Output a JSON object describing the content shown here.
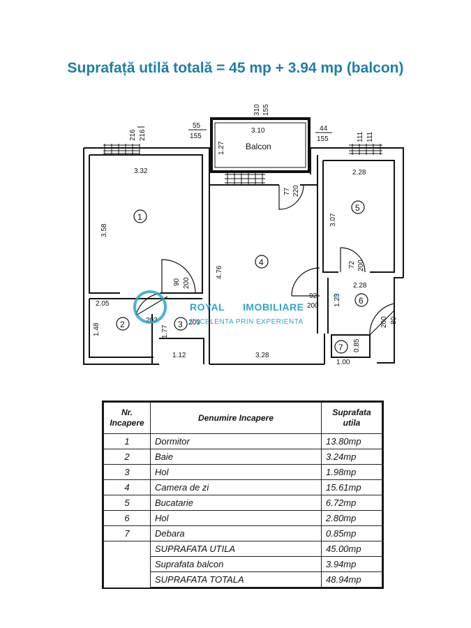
{
  "headline": "Suprafață utilă totală = 45 mp + 3.94 mp (balcon)",
  "plan": {
    "dims": {
      "top_216": "216",
      "top_216b": "216",
      "top_310": "310",
      "top_155c": "155",
      "top_55": "55",
      "top_155a": "155",
      "top_44": "44",
      "top_155b": "155",
      "top_111": "111",
      "top_111b": "111",
      "balcon_w": "3.10",
      "balcon_h": "1.27",
      "door_77": "77",
      "door_220": "220",
      "r1_w": "3.32",
      "r1_h": "3.58",
      "door1_90": "90",
      "door1_200": "200",
      "r4_h": "4.76",
      "r5_w": "2.28",
      "r5_h": "3.07",
      "door5_72": "72",
      "door5_200": "200",
      "r6_w": "2.28",
      "r6_h": "1.23",
      "door6_80": "80",
      "door6_200": "200",
      "door4_92": "92",
      "door4_200": "200",
      "r2_w": "2.05",
      "r2_h": "1.48",
      "door2_203": "203",
      "door3_203": "203",
      "r3_w": "1.12",
      "r3_h": "1.77",
      "r4_w": "3.28",
      "r7_w": "1.00",
      "r7_h": "0.85"
    },
    "balcon_label": "Balcon",
    "room_numbers": [
      "1",
      "2",
      "3",
      "4",
      "5",
      "6",
      "7"
    ]
  },
  "watermark": {
    "brand_a": "ROYAL",
    "brand_b": "IMOBILIARE",
    "registered": "®",
    "tagline": "EXCELENTA PRIN EXPERIENTA"
  },
  "table": {
    "col_nr": "Nr. Incapere",
    "col_name": "Denumire Incapere",
    "col_area": "Suprafata utila",
    "rows": [
      {
        "nr": "1",
        "name": "Dormitor",
        "area": "13.80mp"
      },
      {
        "nr": "2",
        "name": "Baie",
        "area": "3.24mp"
      },
      {
        "nr": "3",
        "name": "Hol",
        "area": "1.98mp"
      },
      {
        "nr": "4",
        "name": "Camera de zi",
        "area": "15.61mp"
      },
      {
        "nr": "5",
        "name": "Bucatarie",
        "area": "6.72mp"
      },
      {
        "nr": "6",
        "name": "Hol",
        "area": "2.80mp"
      },
      {
        "nr": "7",
        "name": "Debara",
        "area": "0.85mp"
      }
    ],
    "totals": [
      {
        "name": "SUPRAFATA UTILA",
        "area": "45.00mp"
      },
      {
        "name": "Suprafata balcon",
        "area": "3.94mp"
      },
      {
        "name": "SUPRAFATA TOTALA",
        "area": "48.94mp"
      }
    ]
  }
}
